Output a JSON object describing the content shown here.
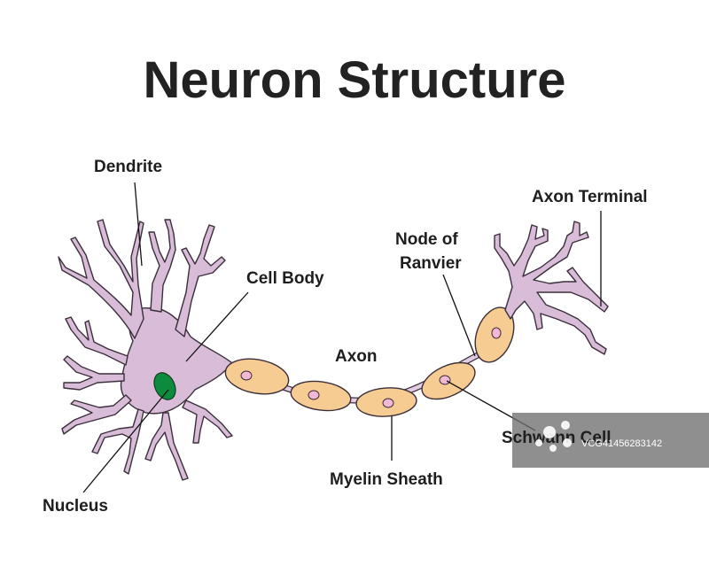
{
  "title": "Neuron Structure",
  "labels": {
    "dendrite": "Dendrite",
    "cell_body": "Cell Body",
    "axon": "Axon",
    "node_of_ranvier_line1": "Node of",
    "node_of_ranvier_line2": "Ranvier",
    "axon_terminal": "Axon Terminal",
    "schwann_cell": "Schwann Cell",
    "myelin_sheath": "Myelin Sheath",
    "nucleus": "Nucleus"
  },
  "watermark": {
    "text": "VCG41456283142"
  },
  "colors": {
    "neuron_fill": "#d8bcd8",
    "neuron_stroke": "#3a2f3a",
    "nucleus": "#0c8a3e",
    "myelin_fill": "#f7cc92",
    "schwann_nucleus": "#f2b8d6",
    "axon_fill": "#e4cde4",
    "watermark_bg": "#6f6f6f"
  }
}
